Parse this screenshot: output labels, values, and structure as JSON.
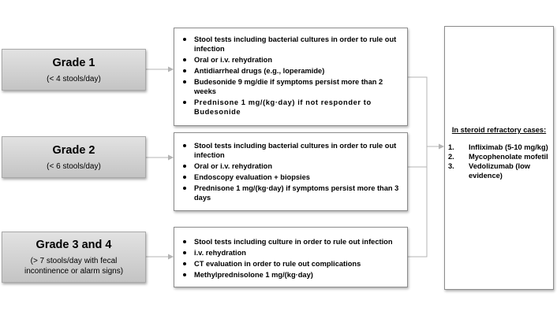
{
  "grades": [
    {
      "title": "Grade 1",
      "subtitle": "(< 4 stools/day)",
      "items": [
        "Stool tests including bacterial cultures in order to rule out infection",
        "Oral or i.v. rehydration",
        "Antidiarrheal drugs (e.g., loperamide)",
        "Budesonide 9 mg/die if symptoms persist more than 2 weeks",
        "Prednisone 1 mg/(kg·day) if not responder to Budesonide"
      ]
    },
    {
      "title": "Grade 2",
      "subtitle": "(< 6 stools/day)",
      "items": [
        "Stool tests including bacterial cultures in order to rule out infection",
        "Oral or i.v. rehydration",
        "Endoscopy evaluation + biopsies",
        "Prednisone 1 mg/(kg·day) if symptoms persist more than 3 days"
      ]
    },
    {
      "title": "Grade 3 and 4",
      "subtitle": "(> 7 stools/day with fecal incontinence or alarm signs)",
      "items": [
        "Stool tests including culture in order to rule out infection",
        "i.v. rehydration",
        "CT evaluation in order to rule out complications",
        "Methylprednisolone 1 mg/(kg·day)"
      ]
    }
  ],
  "refractory": {
    "title": "In steroid refractory cases:",
    "items": [
      {
        "num": "1.",
        "text": "Infliximab (5-10 mg/kg)"
      },
      {
        "num": "2.",
        "text": "Mycophenolate mofetil"
      },
      {
        "num": "3.",
        "text": "Vedolizumab (low evidence)"
      }
    ]
  },
  "colors": {
    "box_fill_top": "#e2e2e2",
    "box_fill_bottom": "#c4c4c4",
    "connector": "#b4b4b4"
  }
}
